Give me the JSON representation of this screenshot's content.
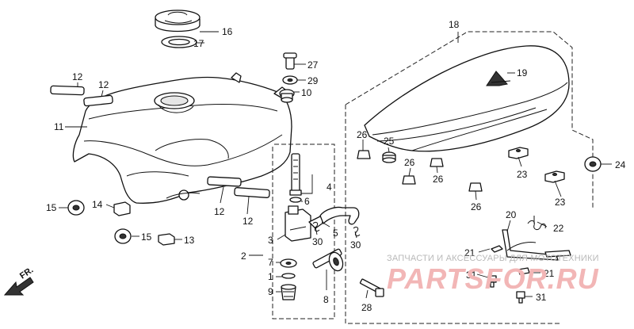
{
  "diagram": {
    "callouts": {
      "c1": "1",
      "c2": "2",
      "c3": "3",
      "c4": "4",
      "c5": "5",
      "c6": "6",
      "c7": "7",
      "c8": "8",
      "c9": "9",
      "c10": "10",
      "c11": "11",
      "c12a": "12",
      "c12b": "12",
      "c12c": "12",
      "c12d": "12",
      "c13": "13",
      "c14": "14",
      "c15a": "15",
      "c15b": "15",
      "c16": "16",
      "c17": "17",
      "c18": "18",
      "c19": "19",
      "c20": "20",
      "c21a": "21",
      "c21b": "21",
      "c22": "22",
      "c23a": "23",
      "c23b": "23",
      "c24": "24",
      "c25": "25",
      "c26a": "26",
      "c26b": "26",
      "c26c": "26",
      "c26d": "26",
      "c27": "27",
      "c28": "28",
      "c29": "29",
      "c30a": "30",
      "c30b": "30",
      "c31a": "31",
      "c31b": "31"
    },
    "direction_label": "FR."
  },
  "watermark": {
    "line1": "ЗАПЧАСТИ И АКСЕССУАРЫ ДЛЯ МОТОТЕХНИКИ",
    "line2": "PARTSFOR.RU",
    "line2_color": "#f2b6b6"
  }
}
